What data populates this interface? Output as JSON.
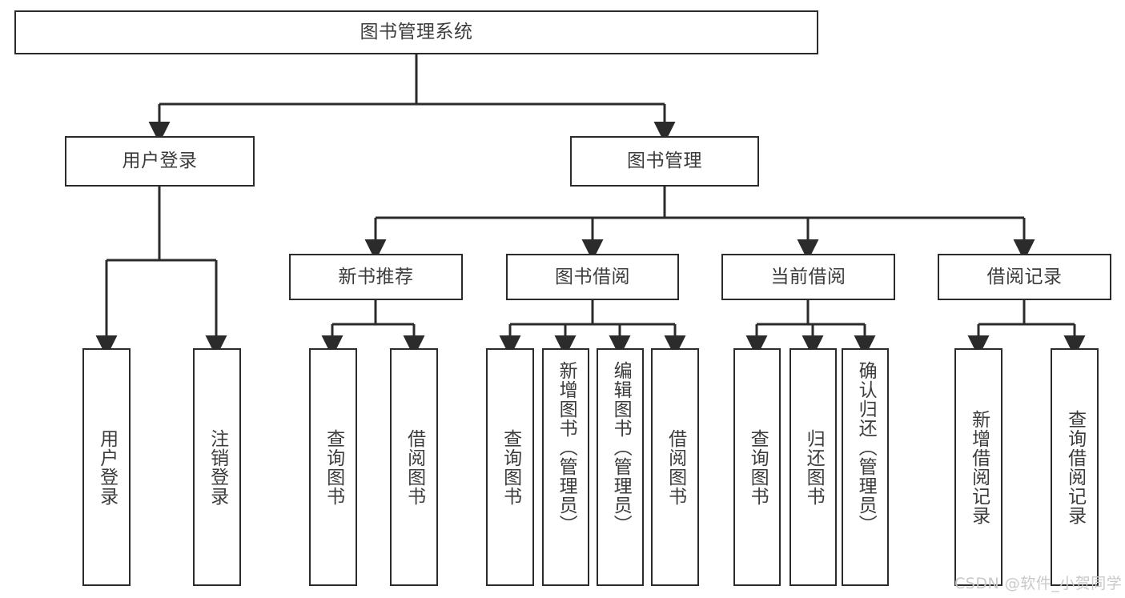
{
  "diagram": {
    "type": "tree",
    "title": "图书管理系统",
    "root": {
      "label": "图书管理系统"
    },
    "level2": [
      {
        "label": "用户登录"
      },
      {
        "label": "图书管理"
      }
    ],
    "level3": [
      {
        "label": "新书推荐"
      },
      {
        "label": "图书借阅"
      },
      {
        "label": "当前借阅"
      },
      {
        "label": "借阅记录"
      }
    ],
    "leaves": {
      "user_login": [
        {
          "label": "用户登录"
        },
        {
          "label": "注销登录"
        }
      ],
      "new_book_recommend": [
        {
          "label": "查询图书"
        },
        {
          "label": "借阅图书"
        }
      ],
      "book_borrow": [
        {
          "label": "查询图书"
        },
        {
          "label": "新增图书（管理员）"
        },
        {
          "label": "编辑图书（管理员）"
        },
        {
          "label": "借阅图书"
        }
      ],
      "current_borrow": [
        {
          "label": "查询图书"
        },
        {
          "label": "归还图书"
        },
        {
          "label": "确认归还（管理员）"
        }
      ],
      "borrow_record": [
        {
          "label": "新增借阅记录"
        },
        {
          "label": "查询借阅记录"
        }
      ]
    }
  },
  "watermark": {
    "text": "CSDN @软件_小贺同学"
  },
  "colors": {
    "stroke": "#2b2b2b",
    "text": "#3c3c3c",
    "background": "#ffffff",
    "watermark": "#c9c9c9"
  }
}
